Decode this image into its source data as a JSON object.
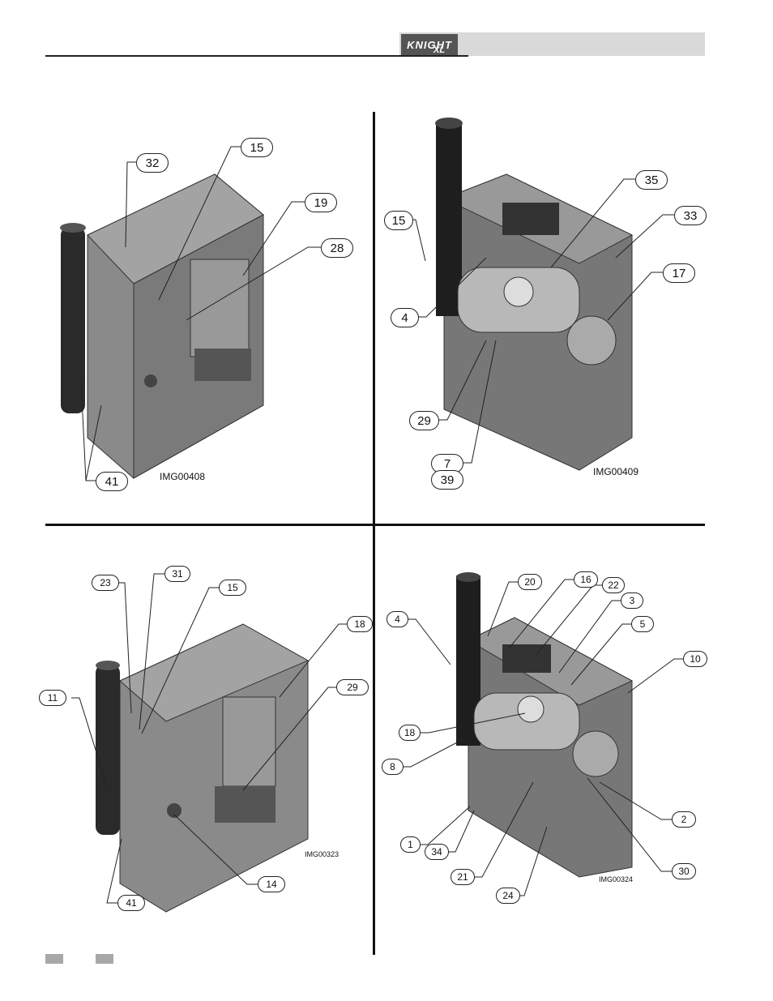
{
  "header": {
    "brand": "KNIGHT",
    "model": "XL"
  },
  "panels": [
    {
      "image_id": "IMG00408",
      "callouts": [
        "32",
        "15",
        "19",
        "28",
        "41"
      ]
    },
    {
      "image_id": "IMG00409",
      "callouts": [
        "35",
        "15",
        "33",
        "17",
        "4",
        "29",
        "7",
        "39"
      ]
    },
    {
      "image_id": "IMG00323",
      "callouts": [
        "23",
        "31",
        "15",
        "18",
        "11",
        "29",
        "14",
        "41"
      ]
    },
    {
      "image_id": "IMG00324",
      "callouts": [
        "20",
        "16",
        "22",
        "3",
        "4",
        "5",
        "10",
        "18",
        "8",
        "2",
        "1",
        "34",
        "30",
        "21",
        "24"
      ]
    }
  ],
  "colors": {
    "rule": "#222222",
    "band": "#d9d9d9",
    "footer_box": "#a8a8a8"
  }
}
